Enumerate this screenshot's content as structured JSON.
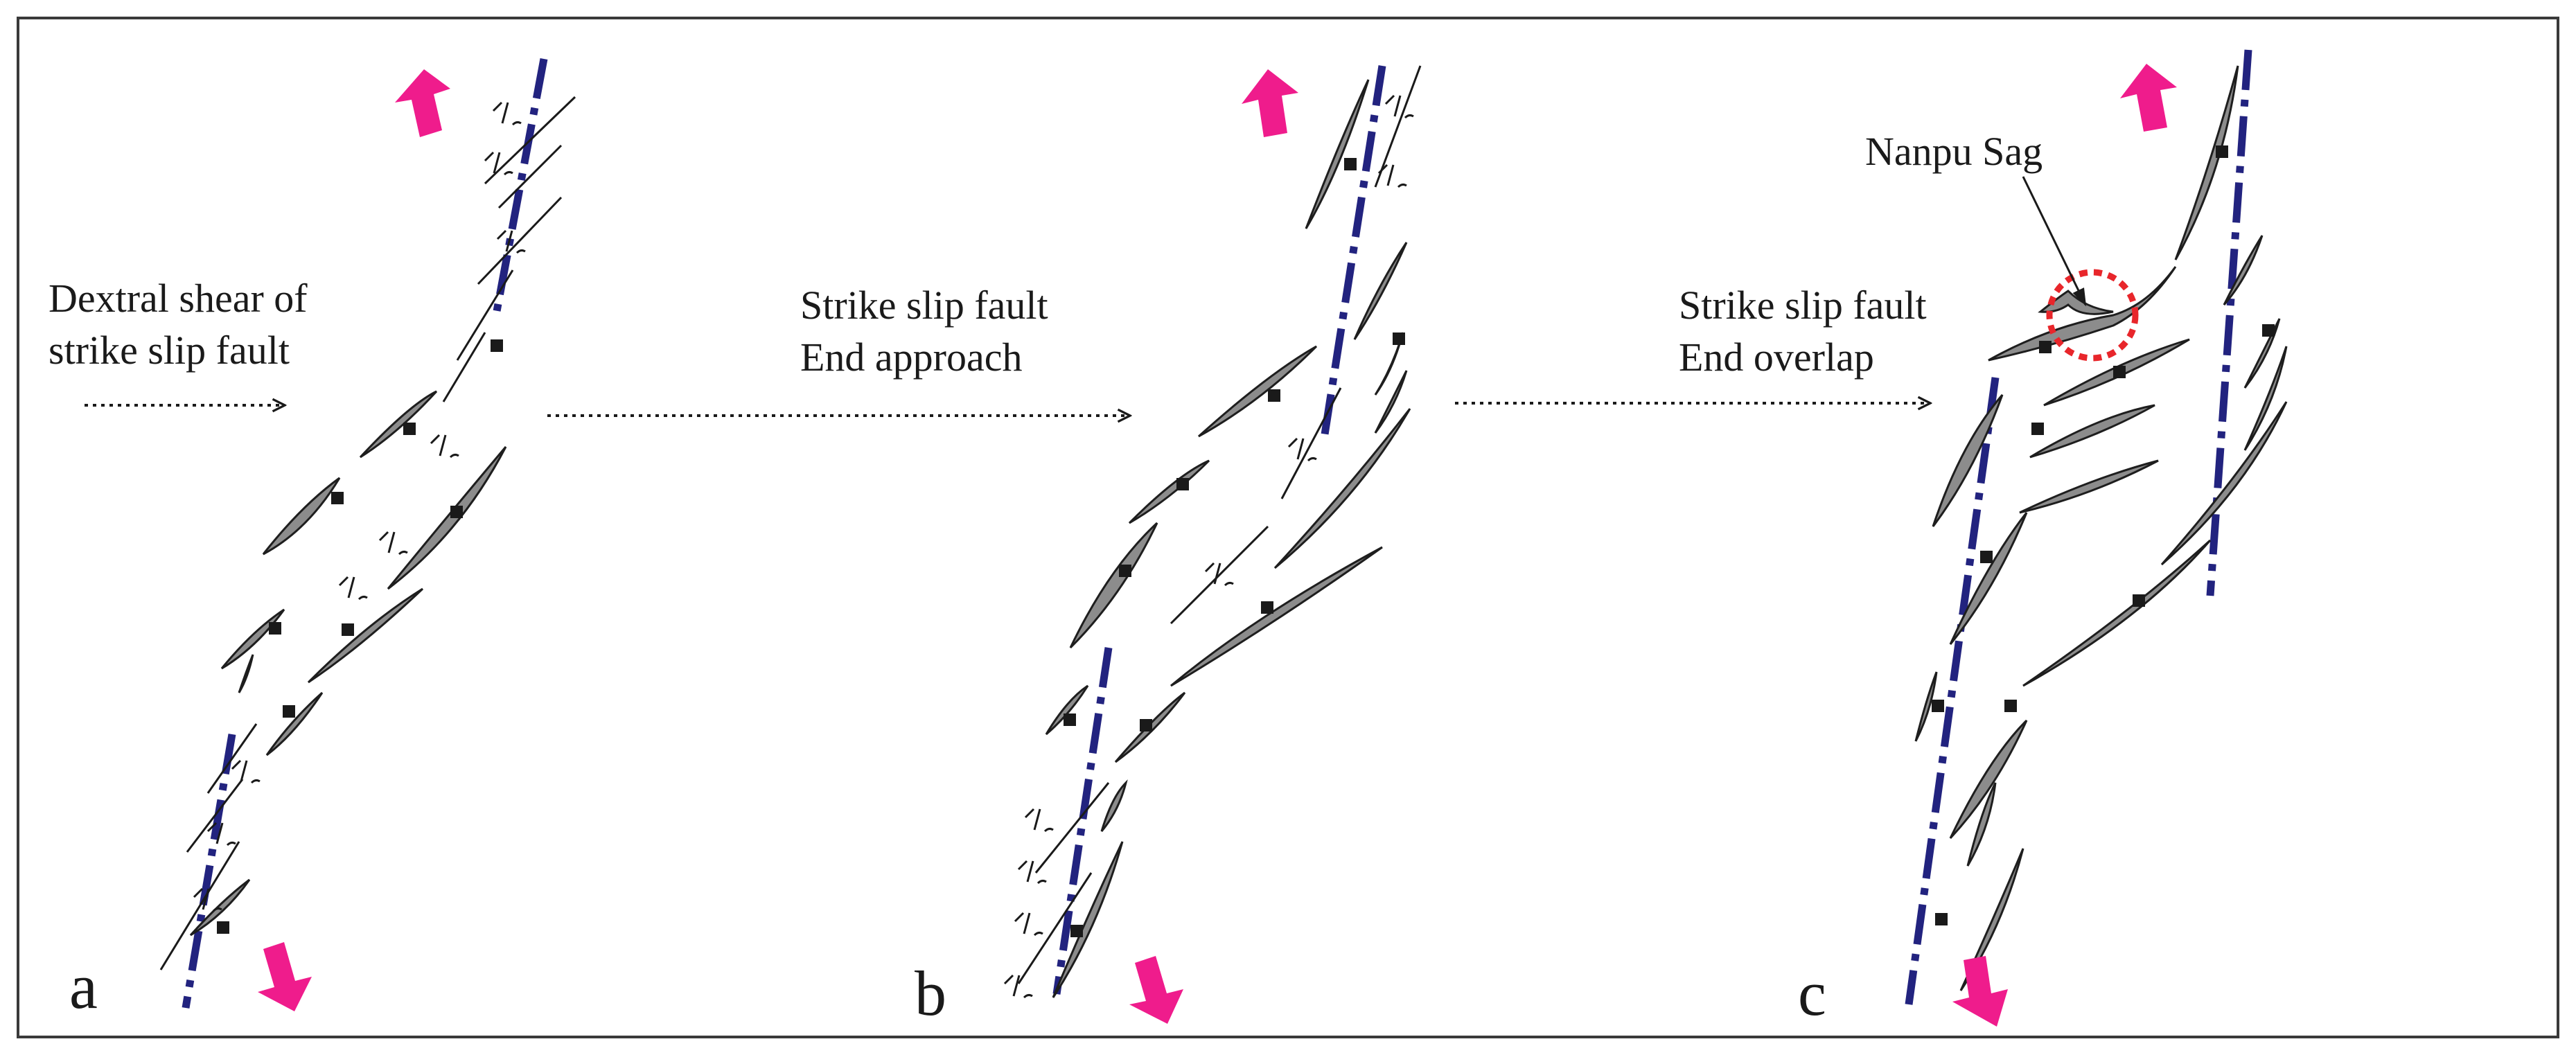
{
  "colors": {
    "frame": "#3a3a3a",
    "fault_trace": "#22237f",
    "lens_fill": "#8c8c8c",
    "lens_stroke": "#1e1e1e",
    "arrow": "#ef1c8c",
    "marker": "#1a1a1a",
    "callout_circle": "#e8262b"
  },
  "icons": {
    "extension_arrow": "pink-block-arrow-icon",
    "dextral_symbol": "dextral-shear-tick-icon",
    "downthrown_marker": "black-square-marker-icon"
  },
  "panels": [
    {
      "letter": "a",
      "caption_lines": [
        "Dextral shear of",
        "strike slip fault"
      ]
    },
    {
      "letter": "b",
      "caption_lines": [
        "Strike slip fault",
        "End approach"
      ]
    },
    {
      "letter": "c",
      "caption_lines": [
        "Strike slip fault",
        "End overlap"
      ],
      "callout": "Nanpu Sag"
    }
  ]
}
